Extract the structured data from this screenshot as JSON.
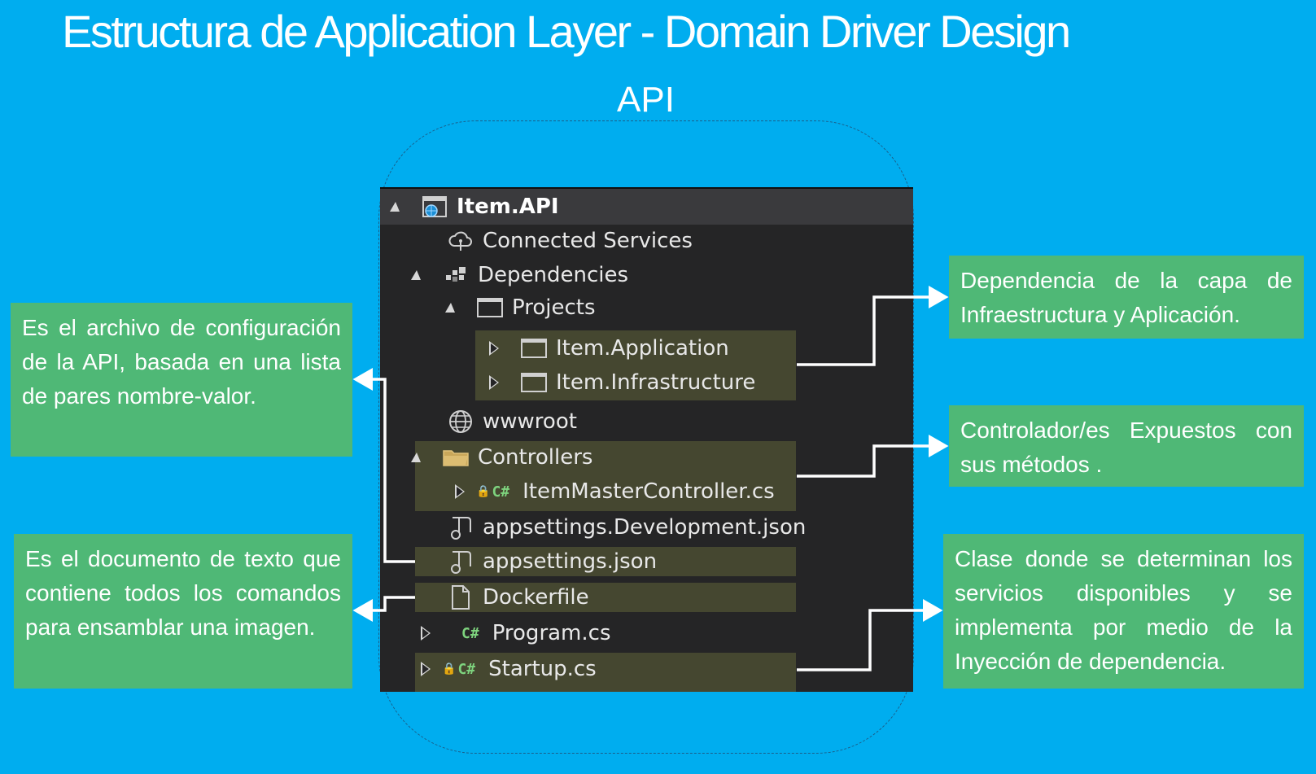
{
  "title": "Estructura de Application Layer - Domain Driver Design",
  "section_label": "API",
  "tree": {
    "root": "Item.API",
    "connected_services": "Connected Services",
    "dependencies": "Dependencies",
    "projects": "Projects",
    "item_application": "Item.Application",
    "item_infrastructure": "Item.Infrastructure",
    "wwwroot": "wwwroot",
    "controllers": "Controllers",
    "item_master_controller": "ItemMasterController.cs",
    "appsettings_development": "appsettings.Development.json",
    "appsettings": "appsettings.json",
    "dockerfile": "Dockerfile",
    "program": "Program.cs",
    "startup": "Startup.cs",
    "csharp_glyph": "C#"
  },
  "callouts": {
    "appsettings": "Es el archivo de configuración de la API, basada en una lista de pares nombre-valor.",
    "dockerfile": "Es el documento de texto que contiene todos los comandos para ensamblar una imagen.",
    "dependencies": "Dependencia de la capa de Infraestructura y Aplicación.",
    "controllers": "Controlador/es Expuestos con sus métodos .",
    "startup": "Clase donde se determinan los servicios disponibles y se implementa por medio de la Inyección de dependencia."
  },
  "colors": {
    "background": "#00adef",
    "panel": "#252526",
    "highlight": "#454730",
    "callout": "#4fb876",
    "connector": "#ffffff"
  }
}
